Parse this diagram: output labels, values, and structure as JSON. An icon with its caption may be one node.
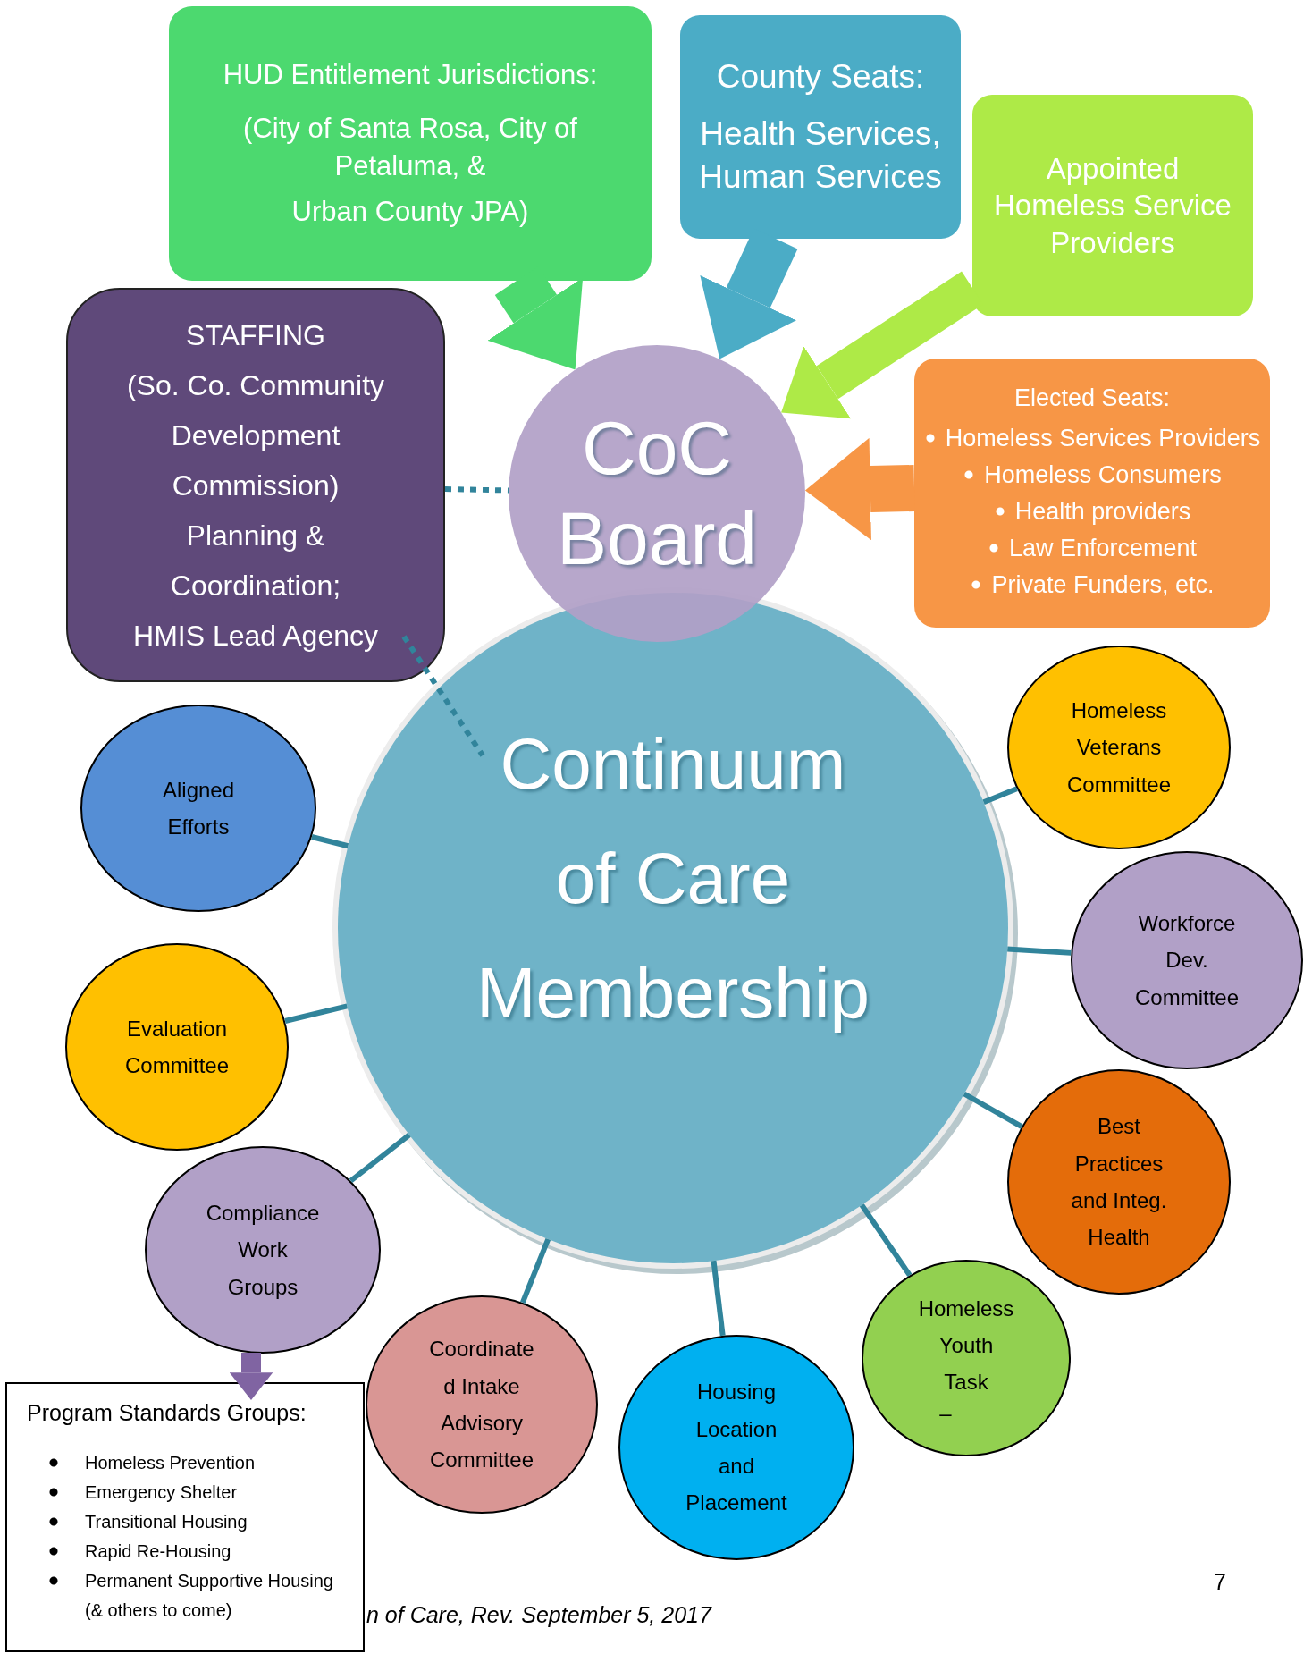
{
  "diagram": {
    "nodes": [
      {
        "text": [
          "HUD Entitlement Jurisdictions:",
          "(City of Santa Rosa, City of Petaluma, &",
          "Urban County JPA)"
        ]
      },
      {
        "text": [
          "County Seats:",
          "Health Services, Human Services"
        ]
      },
      {
        "text": [
          "Appointed Homeless Service Providers"
        ]
      },
      {
        "text": [
          "STAFFING",
          "(So. Co. Community Development Commission)",
          "Planning & Coordination;",
          "HMIS Lead Agency"
        ]
      },
      {
        "text": [
          "CoC Board"
        ]
      },
      {
        "text": [
          "Elected Seats:",
          "Homeless Services Providers",
          "Homeless Consumers",
          "Health providers",
          "Law Enforcement",
          "Private Funders, etc."
        ]
      },
      {
        "text": [
          "Continuum of Care Membership"
        ]
      },
      {
        "text": [
          "Homeless Veterans Committee"
        ]
      },
      {
        "text": [
          "Aligned Efforts"
        ]
      },
      {
        "text": [
          "Workforce Dev. Committee"
        ]
      },
      {
        "text": [
          "Evaluation Committee"
        ]
      },
      {
        "text": [
          "Best Practices and Integ. Health"
        ]
      },
      {
        "text": [
          "Compliance Work Groups"
        ]
      },
      {
        "text": [
          "Homeless Youth Task",
          "–"
        ]
      },
      {
        "text": [
          "Coordinate d Intake Advisory Committee"
        ]
      },
      {
        "text": [
          "Housing Location and Placement"
        ]
      },
      {
        "text": [
          "Program Standards Groups:",
          "Homeless Prevention",
          "Emergency Shelter",
          "Transitional Housing",
          "Rapid Re-Housing",
          "Permanent Supportive Housing (& others to come)"
        ]
      }
    ],
    "edges": [
      {
        "from": 0,
        "to": 4,
        "arrow": "to",
        "style": "thick",
        "color": "#4cd96f"
      },
      {
        "from": 1,
        "to": 4,
        "arrow": "to",
        "style": "thick",
        "color": "#4bacc6"
      },
      {
        "from": 2,
        "to": 4,
        "arrow": "to",
        "style": "thick",
        "color": "#aeea47"
      },
      {
        "from": 5,
        "to": 4,
        "arrow": "to",
        "style": "thick",
        "color": "#f79646"
      },
      {
        "from": 3,
        "to": 4,
        "arrow": "none",
        "style": "dashed"
      },
      {
        "from": 3,
        "to": 6,
        "arrow": "none",
        "style": "dashed"
      },
      {
        "from": 6,
        "to": 7,
        "arrow": "none"
      },
      {
        "from": 6,
        "to": 8,
        "arrow": "none"
      },
      {
        "from": 6,
        "to": 9,
        "arrow": "none"
      },
      {
        "from": 6,
        "to": 10,
        "arrow": "none"
      },
      {
        "from": 6,
        "to": 11,
        "arrow": "none"
      },
      {
        "from": 6,
        "to": 12,
        "arrow": "none"
      },
      {
        "from": 6,
        "to": 13,
        "arrow": "none"
      },
      {
        "from": 6,
        "to": 14,
        "arrow": "none"
      },
      {
        "from": 6,
        "to": 15,
        "arrow": "none"
      },
      {
        "from": 12,
        "to": 16,
        "arrow": "to",
        "style": "thick",
        "color": "#8064a2"
      }
    ],
    "labels": [
      "n of Care, Rev. September 5, 2017",
      "7"
    ]
  }
}
